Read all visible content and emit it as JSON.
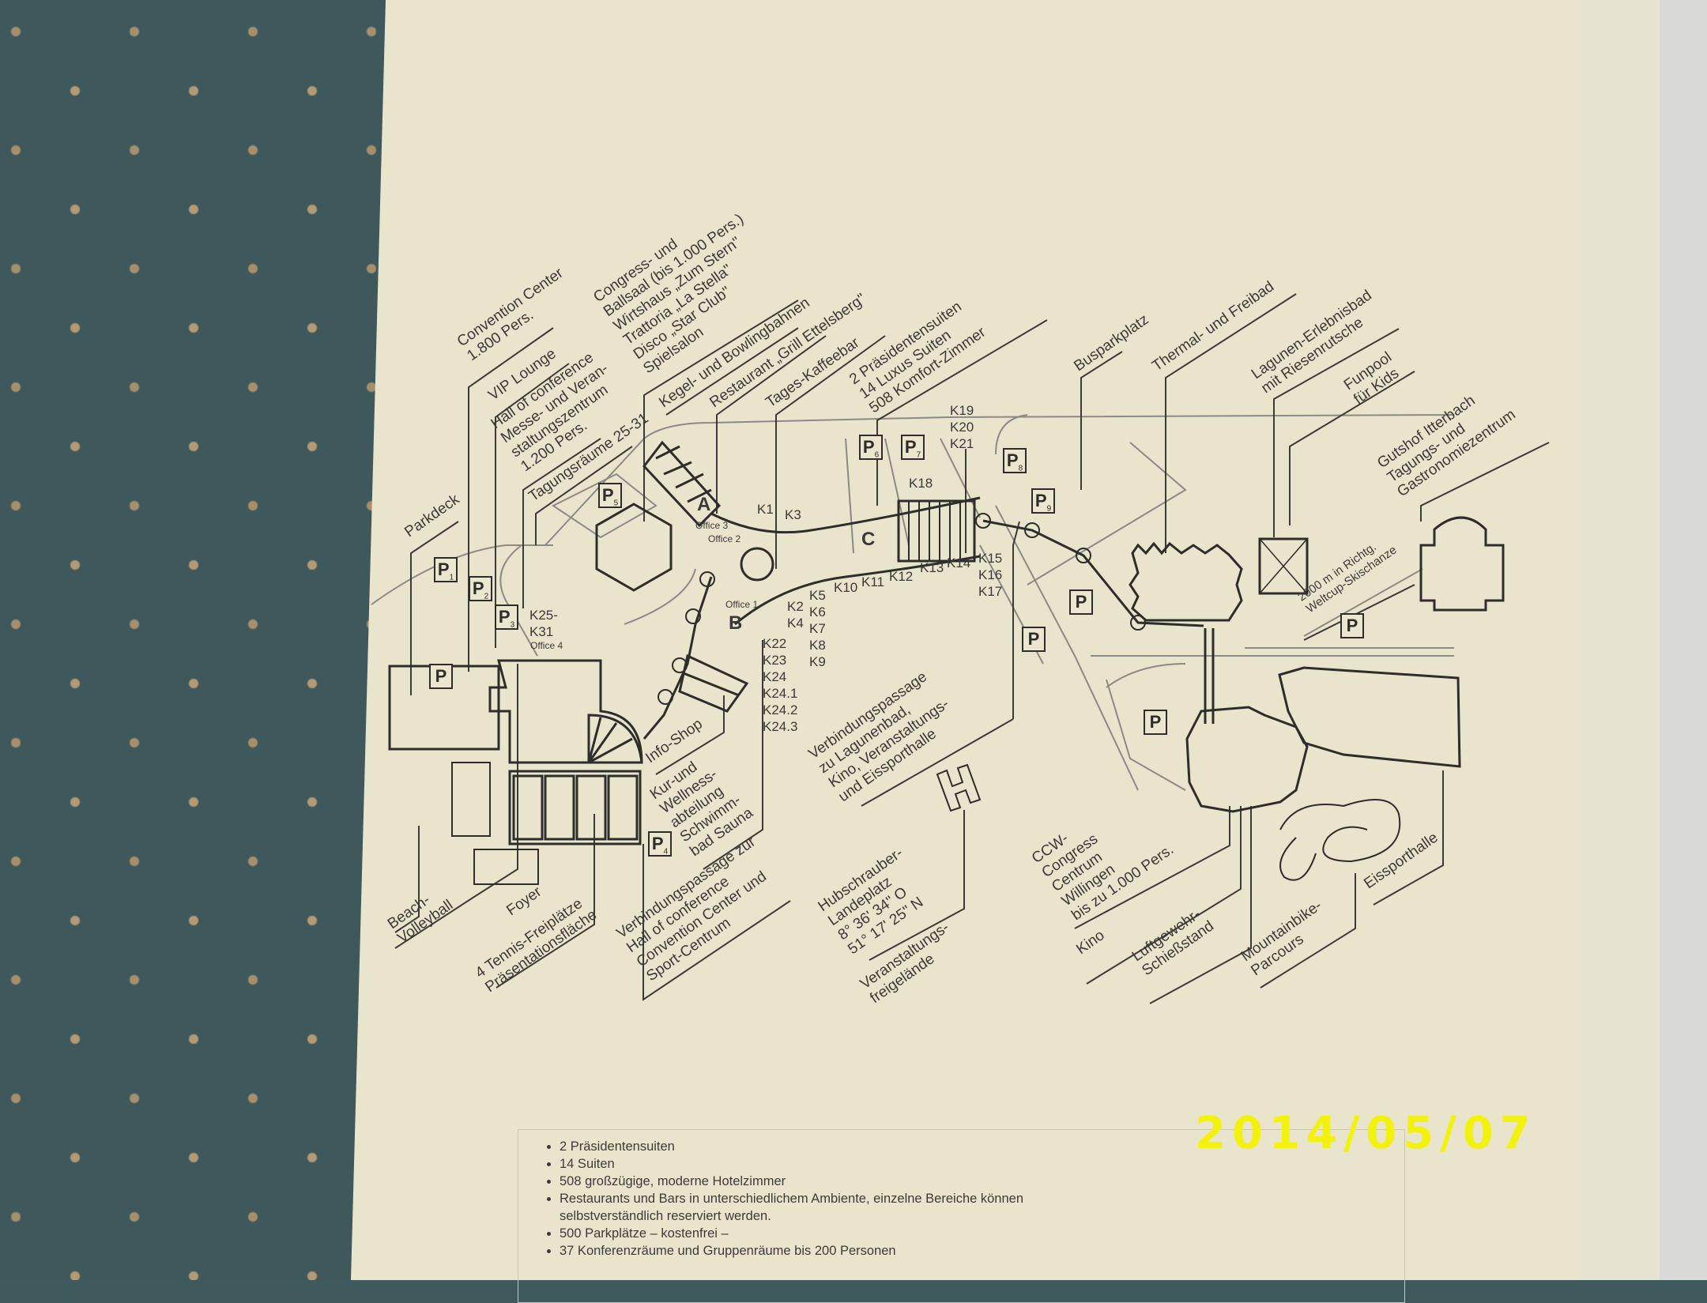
{
  "labels": {
    "convention_center": [
      "Convention Center",
      "1.800 Pers."
    ],
    "vip_lounge": [
      "VIP Lounge"
    ],
    "hall_of_conference": [
      "Hall of conference",
      "Messe- und Veran-",
      "staltungszentrum",
      "1.200 Pers."
    ],
    "tagungsraeume": [
      "Tagungsräume 25-31"
    ],
    "congress_ballsaal": [
      "Congress- und",
      "Ballsaal (bis 1.000 Pers.)",
      "Wirtshaus „Zum Stern\"",
      "Trattoria „La Stella\"",
      "Disco „Star Club\"",
      "Spielsalon"
    ],
    "kegel": [
      "Kegel- und Bowlingbahnen"
    ],
    "restaurant": [
      "Restaurant „Grill Ettelsberg\""
    ],
    "kaffeebar": [
      "Tages-Kaffeebar"
    ],
    "suiten": [
      "2 Präsidentensuiten",
      "14 Luxus Suiten",
      "508 Komfort-Zimmer"
    ],
    "busparkplatz": [
      "Busparkplatz"
    ],
    "thermal": [
      "Thermal- und Freibad"
    ],
    "lagunen": [
      "Lagunen-Erlebnisbad",
      "mit Riesenrutsche"
    ],
    "funpool": [
      "Funpool",
      "für Kids"
    ],
    "gutshof": [
      "Gutshof Itterbach",
      "Tagungs- und",
      "Gastronomiezentrum"
    ],
    "skischanze": [
      "2000 m in Richtg.",
      "Weltcup-Skischanze"
    ],
    "parkdeck": [
      "Parkdeck"
    ],
    "beach": [
      "Beach-",
      "Volleyball"
    ],
    "foyer": [
      "Foyer"
    ],
    "tennis": [
      "4 Tennis-Freiplätze",
      "Präsentationsfläche"
    ],
    "info_shop": [
      "Info-Shop"
    ],
    "wellness": [
      "Kur-und",
      "Wellness-",
      "abteilung",
      "Schwimm-",
      "bad Sauna"
    ],
    "passage_hall": [
      "Verbindungspassage zur",
      "Hall of conference",
      "Convention Center und",
      "Sport-Centrum"
    ],
    "passage_lagune": [
      "Verbindungspassage",
      "zu Lagunenbad,",
      "Kino, Veranstaltungs-",
      "und Eissporthalle"
    ],
    "hubschrauber": [
      "Hubschrauber-",
      "Landeplatz",
      "8° 36' 34\" O",
      "51° 17' 25\" N"
    ],
    "veranstaltung": [
      "Veranstaltungs-",
      "freigelände"
    ],
    "ccw": [
      "CCW-",
      "Congress",
      "Centrum",
      "Willingen",
      "bis zu 1.000 Pers."
    ],
    "kino": [
      "Kino"
    ],
    "luftgewehr": [
      "Luftgewehr-",
      "Schießstand"
    ],
    "mountainbike": [
      "Mountainbike-",
      "Parcours"
    ],
    "eissporthalle": [
      "Eissporthalle"
    ]
  },
  "map_marks": {
    "A": "A",
    "B": "B",
    "C": "C",
    "office1": "Office 1",
    "office2": "Office 2",
    "office3": "Office 3",
    "office4": "Office 4",
    "k1": "K1",
    "k3": "K3",
    "k2": "K2",
    "k4": "K4",
    "k5_9": [
      "K5",
      "K6",
      "K7",
      "K8",
      "K9"
    ],
    "k10": "K10",
    "k11": "K11",
    "k12": "K12",
    "k13": "K13",
    "k14": "K14",
    "k15_17": [
      "K15",
      "K16",
      "K17"
    ],
    "k18": "K18",
    "k19_21": [
      "K19",
      "K20",
      "K21"
    ],
    "k22_24": [
      "K22",
      "K23",
      "K24",
      "K24.1",
      "K24.2",
      "K24.3"
    ],
    "k25_31": [
      "K25-",
      "K31"
    ],
    "helipad": "H"
  },
  "parking": {
    "p": "P",
    "numbers": [
      "1",
      "2",
      "3",
      "4",
      "5",
      "6",
      "7",
      "8",
      "9"
    ]
  },
  "info_list": [
    "2 Präsidentensuiten",
    "14 Suiten",
    "508 großzügige, moderne Hotelzimmer",
    "Restaurants und Bars in unterschiedlichem Ambiente, einzelne Bereiche können",
    "selbstverständlich reserviert werden.",
    "500 Parkplätze – kostenfrei –",
    "37 Konferenzräume und Gruppenräume bis 200 Personen"
  ],
  "date_stamp": "2014/05/07",
  "colors": {
    "paper": "#e9e4cc",
    "ink": "#2d2d2b",
    "stamp": "#f3f20e",
    "carpet": "#3e585b"
  }
}
